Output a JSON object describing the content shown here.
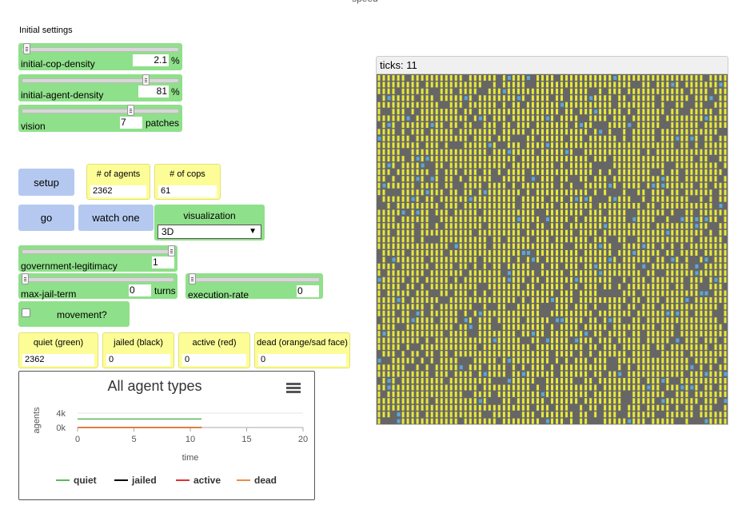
{
  "top": {
    "speed_label": "speed"
  },
  "section_label": "Initial settings",
  "sliders": {
    "cop_density": {
      "label": "initial-cop-density",
      "value": "2.1",
      "unit": "%",
      "level": 0.021
    },
    "agent_density": {
      "label": "initial-agent-density",
      "value": "81",
      "unit": "%",
      "level": 0.81
    },
    "vision": {
      "label": "vision",
      "value": "7",
      "unit": "patches",
      "level": 0.7
    },
    "legitimacy": {
      "label": "government-legitimacy",
      "value": "1",
      "level": 1.0
    },
    "max_jail": {
      "label": "max-jail-term",
      "value": "0",
      "unit": "turns",
      "level": 0.0
    },
    "execution": {
      "label": "execution-rate",
      "value": "0",
      "level": 0.0
    }
  },
  "buttons": {
    "setup": "setup",
    "go": "go",
    "watch_one": "watch one"
  },
  "monitors": {
    "agents": {
      "label": "# of agents",
      "value": "2362"
    },
    "cops": {
      "label": "# of cops",
      "value": "61"
    },
    "quiet": {
      "label": "quiet (green)",
      "value": "2362"
    },
    "jailed": {
      "label": "jailed (black)",
      "value": "0"
    },
    "active": {
      "label": "active (red)",
      "value": "0"
    },
    "dead": {
      "label": "dead (orange/sad face)",
      "value": "0"
    }
  },
  "chooser": {
    "label": "visualization",
    "value": "3D",
    "caret": "▼"
  },
  "switch": {
    "label": "movement?",
    "checked": false
  },
  "view": {
    "ticks_label": "ticks: 11",
    "background": "#666666",
    "agent_color": "#e8e83a",
    "cop_color": "#5aa8d8"
  },
  "chart_data": {
    "type": "line",
    "title": "All agent types",
    "xlabel": "time",
    "ylabel": "agents",
    "xlim": [
      0,
      20
    ],
    "ylim": [
      0,
      4000
    ],
    "x_ticks": [
      "0",
      "5",
      "10",
      "15",
      "20"
    ],
    "y_ticks": [
      "4k",
      "0k"
    ],
    "series": [
      {
        "name": "quiet",
        "color": "#5cb85c",
        "x": [
          0,
          11
        ],
        "values": [
          2362,
          2362
        ]
      },
      {
        "name": "jailed",
        "color": "#000000",
        "x": [
          0,
          11
        ],
        "values": [
          0,
          0
        ]
      },
      {
        "name": "active",
        "color": "#e03030",
        "x": [
          0,
          11
        ],
        "values": [
          0,
          0
        ]
      },
      {
        "name": "dead",
        "color": "#f08c40",
        "x": [
          0,
          11
        ],
        "values": [
          0,
          0
        ]
      }
    ]
  }
}
